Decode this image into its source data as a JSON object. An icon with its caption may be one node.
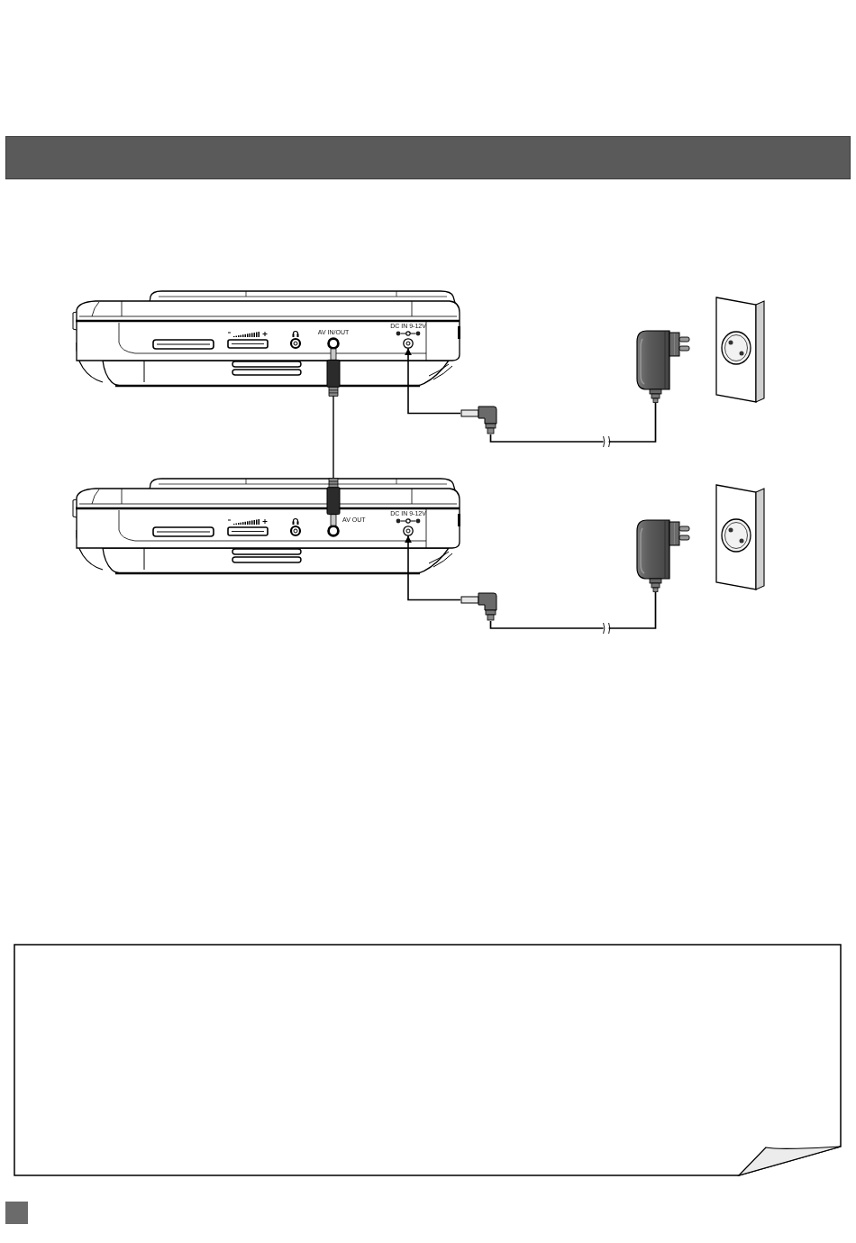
{
  "diagram": {
    "nodes": [
      {
        "text": [],
        "shape": "picture"
      },
      {
        "text": [],
        "shape": "circle",
        "in": 0,
        "beside": [
          "AV IN/OUT"
        ]
      },
      {
        "text": [],
        "shape": "circle",
        "in": 0,
        "beside": [
          "DC IN 9-12V"
        ]
      },
      {
        "text": [],
        "shape": "picture"
      },
      {
        "text": [],
        "shape": "picture"
      },
      {
        "text": [],
        "shape": "picture"
      },
      {
        "text": [],
        "shape": "circle",
        "in": 5,
        "beside": [
          "AV OUT"
        ]
      },
      {
        "text": [],
        "shape": "circle",
        "in": 5,
        "beside": [
          "DC IN 9-12V"
        ]
      },
      {
        "text": [],
        "shape": "picture"
      },
      {
        "text": [],
        "shape": "picture"
      }
    ],
    "edges": [
      {
        "from": 1,
        "to": 6,
        "arrow": "other"
      },
      {
        "from": 3,
        "to": 2,
        "arrow": "to"
      },
      {
        "from": 4,
        "to": 3,
        "arrow": "none"
      },
      {
        "from": 8,
        "to": 7,
        "arrow": "to"
      },
      {
        "from": 9,
        "to": 8,
        "arrow": "none"
      }
    ]
  }
}
